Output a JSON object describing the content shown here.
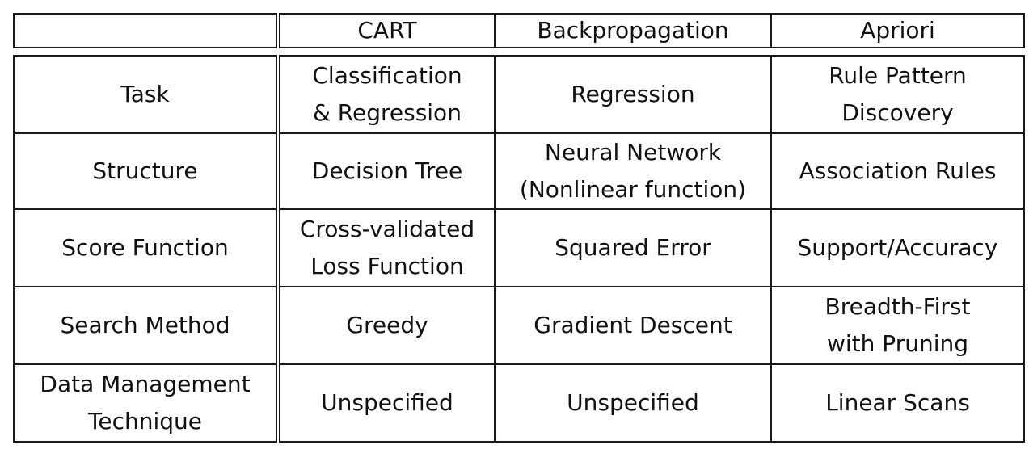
{
  "header": {
    "corner": "",
    "columns": [
      "CART",
      "Backpropagation",
      "Apriori"
    ]
  },
  "rows": [
    {
      "label": [
        "Task"
      ],
      "cells": [
        [
          "Classification",
          "& Regression"
        ],
        [
          "Regression"
        ],
        [
          "Rule Pattern",
          "Discovery"
        ]
      ]
    },
    {
      "label": [
        "Structure"
      ],
      "cells": [
        [
          "Decision Tree"
        ],
        [
          "Neural Network",
          "(Nonlinear function)"
        ],
        [
          "Association Rules"
        ]
      ]
    },
    {
      "label": [
        "Score Function"
      ],
      "cells": [
        [
          "Cross-validated",
          "Loss Function"
        ],
        [
          "Squared Error"
        ],
        [
          "Support/Accuracy"
        ]
      ]
    },
    {
      "label": [
        "Search Method"
      ],
      "cells": [
        [
          "Greedy"
        ],
        [
          "Gradient Descent"
        ],
        [
          "Breadth-First",
          "with Pruning"
        ]
      ]
    },
    {
      "label": [
        "Data Management",
        "Technique"
      ],
      "cells": [
        [
          "Unspecified"
        ],
        [
          "Unspecified"
        ],
        [
          "Linear Scans"
        ]
      ]
    }
  ]
}
